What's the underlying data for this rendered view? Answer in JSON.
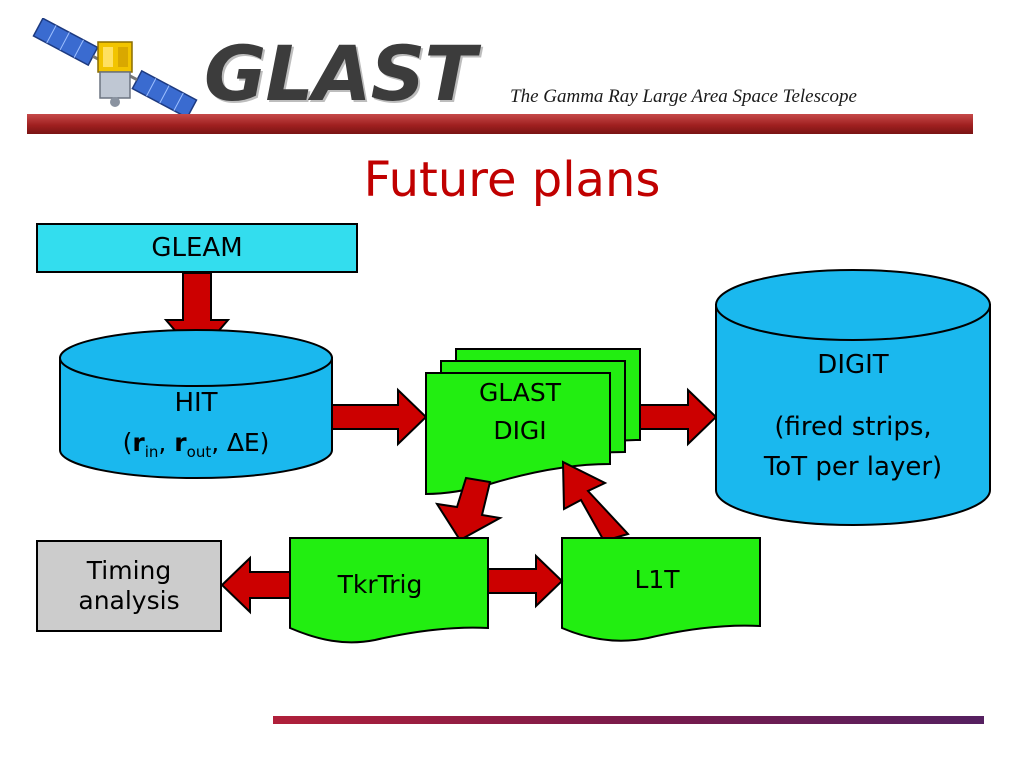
{
  "header": {
    "brand": "GLAST",
    "tagline": "The Gamma Ray Large Area Space Telescope"
  },
  "title": "Future plans",
  "nodes": {
    "gleam": "GLEAM",
    "hit_title": "HIT",
    "hit_sub_open": "(",
    "hit_r1": "r",
    "hit_r1_sub": "in",
    "hit_sep1": ", ",
    "hit_r2": "r",
    "hit_r2_sub": "out",
    "hit_sep2": ", ",
    "hit_delta": "∆E)",
    "glast_digi_line1": "GLAST",
    "glast_digi_line2": "DIGI",
    "digit_title": "DIGIT",
    "digit_line1": "(fired strips,",
    "digit_line2": "ToT per layer)",
    "timing_line1": "Timing",
    "timing_line2": "analysis",
    "tkrtrig": "TkrTrig",
    "l1t": "L1T"
  },
  "colors": {
    "cyan": "#33ddee",
    "database": "#1ab8ee",
    "green": "#22ee11",
    "arrow": "#cc0000",
    "gray": "#cccccc",
    "title": "#c00000",
    "bar": "#a02020"
  },
  "icons": {
    "logo": "satellite-icon"
  }
}
